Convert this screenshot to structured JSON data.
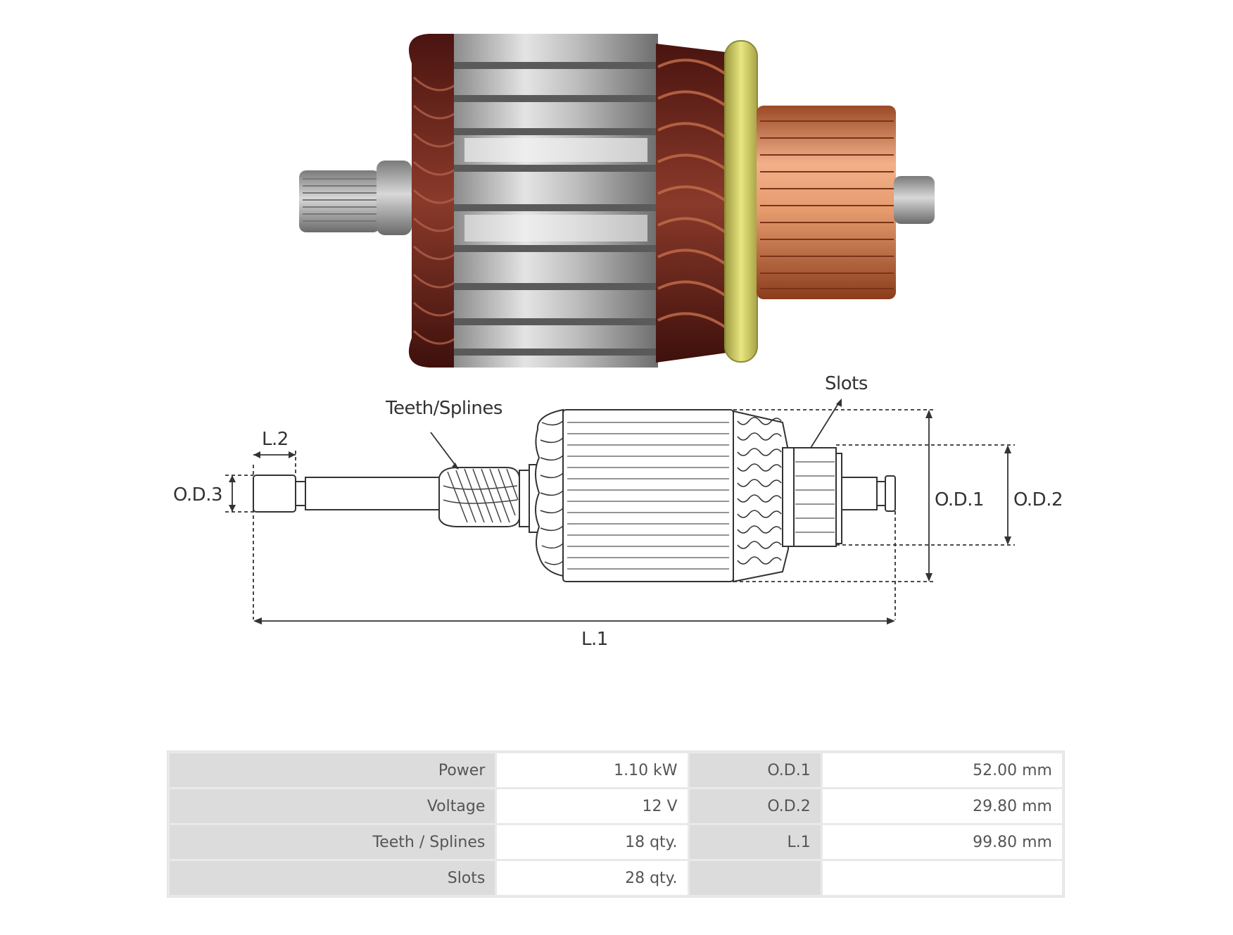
{
  "drawing": {
    "teeth_label": "Teeth/Splines",
    "slots_label": "Slots",
    "l2_label": "L.2",
    "od3_label": "O.D.3",
    "od1_label": "O.D.1",
    "od2_label": "O.D.2",
    "l1_label": "L.1"
  },
  "specs": {
    "rows": [
      {
        "label": "Power",
        "value": "1.10 kW",
        "label2": "O.D.1",
        "value2": "52.00 mm"
      },
      {
        "label": "Voltage",
        "value": "12 V",
        "label2": "O.D.2",
        "value2": "29.80 mm"
      },
      {
        "label": "Teeth / Splines",
        "value": "18 qty.",
        "label2": "L.1",
        "value2": "99.80 mm"
      },
      {
        "label": "Slots",
        "value": "28 qty.",
        "label2": "",
        "value2": ""
      }
    ]
  }
}
